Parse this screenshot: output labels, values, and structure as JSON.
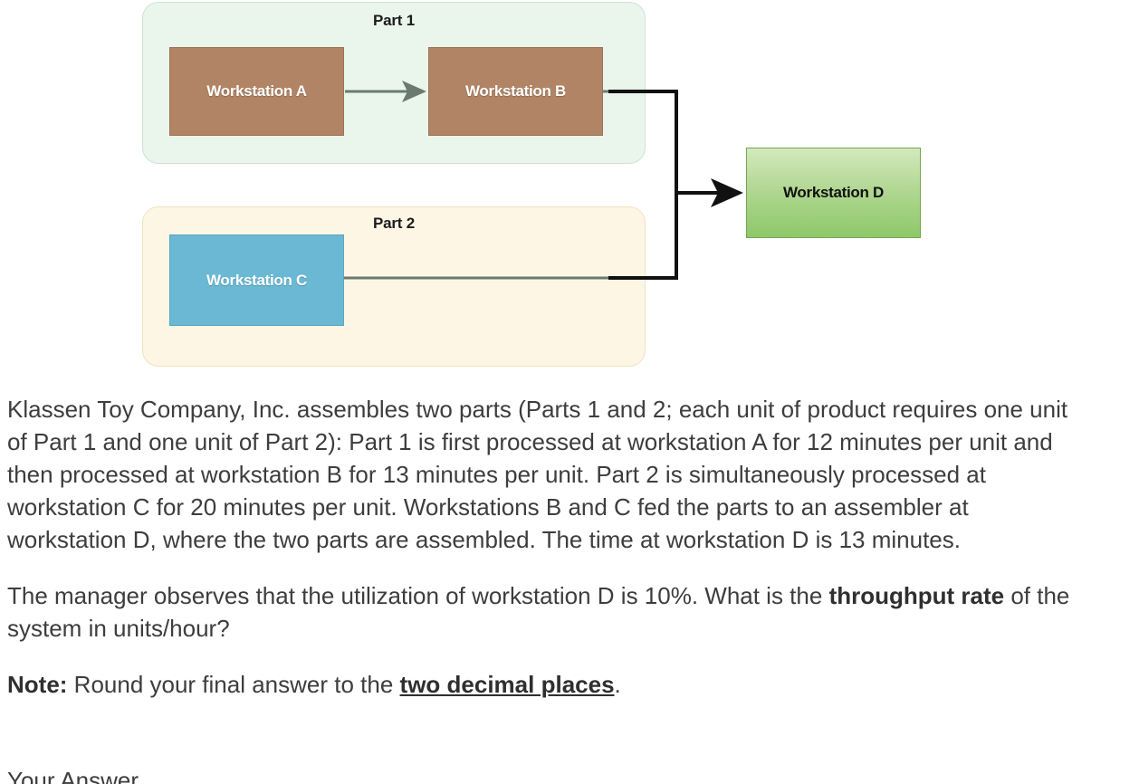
{
  "diagram": {
    "groups": [
      {
        "label": "Part 1",
        "fill": "#eaf5ec",
        "border": "#cfe3d3"
      },
      {
        "label": "Part 2",
        "fill": "#fdf6e5",
        "border": "#f2e3bf"
      }
    ],
    "stations": [
      {
        "label": "Workstation A",
        "fill": "#b08464",
        "text_color": "#ffffff"
      },
      {
        "label": "Workstation B",
        "fill": "#b08464",
        "text_color": "#ffffff"
      },
      {
        "label": "Workstation C",
        "fill": "#6ab8d4",
        "text_color": "#ffffff"
      },
      {
        "label": "Workstation D",
        "fill": "#8dc868",
        "text_color": "#111111"
      }
    ],
    "connector_colors": {
      "part_flow": "#6b7a70",
      "merge": "#111111"
    }
  },
  "problem": {
    "paragraph_1": "Klassen Toy Company, Inc. assembles two parts (Parts 1 and 2; each unit of product requires one unit of Part 1 and one unit of Part 2): Part 1 is first processed at workstation A for 12 minutes per unit and then processed at workstation B for 13 minutes per unit. Part 2 is simultaneously processed at workstation C for 20 minutes per unit. Workstations B and C fed the parts to an assembler at workstation D, where the two parts are assembled. The time at workstation D is 13 minutes.",
    "question_prefix": "The manager observes that the utilization of workstation D is 10%. What is the ",
    "question_bold": "throughput rate",
    "question_suffix": " of the system in units/hour?",
    "note_label": "Note:",
    "note_text_prefix": " Round your final answer to the ",
    "note_text_bold_underline": "two decimal places",
    "note_text_suffix": ".",
    "cutoff_text": "Your Answer"
  }
}
